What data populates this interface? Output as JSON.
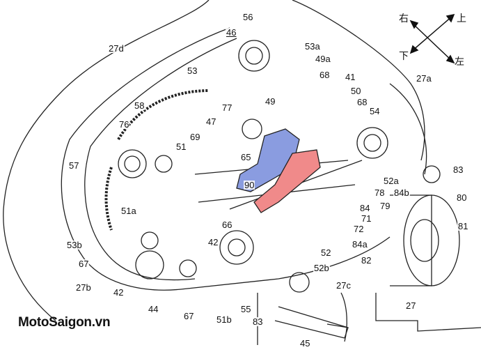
{
  "figure": {
    "labels": [
      "56",
      "46",
      "27d",
      "53a",
      "49a",
      "53",
      "68",
      "41",
      "50",
      "27a",
      "58",
      "77",
      "49",
      "68",
      "54",
      "76",
      "47",
      "69",
      "65",
      "57",
      "51",
      "90",
      "52a",
      "83",
      "84b",
      "80",
      "78",
      "79",
      "51a",
      "84",
      "71",
      "81",
      "72",
      "66",
      "53b",
      "84a",
      "42",
      "67",
      "52",
      "52b",
      "82",
      "27b",
      "42",
      "44",
      "67",
      "51b",
      "55",
      "83",
      "27c",
      "27",
      "45"
    ],
    "highlight_colors": {
      "blue": "#8a9ce0",
      "pink": "#f08a8a"
    }
  },
  "compass": {
    "right": "右",
    "up": "上",
    "down": "下",
    "left": "左"
  },
  "watermark": "MotoSaigon.vn"
}
